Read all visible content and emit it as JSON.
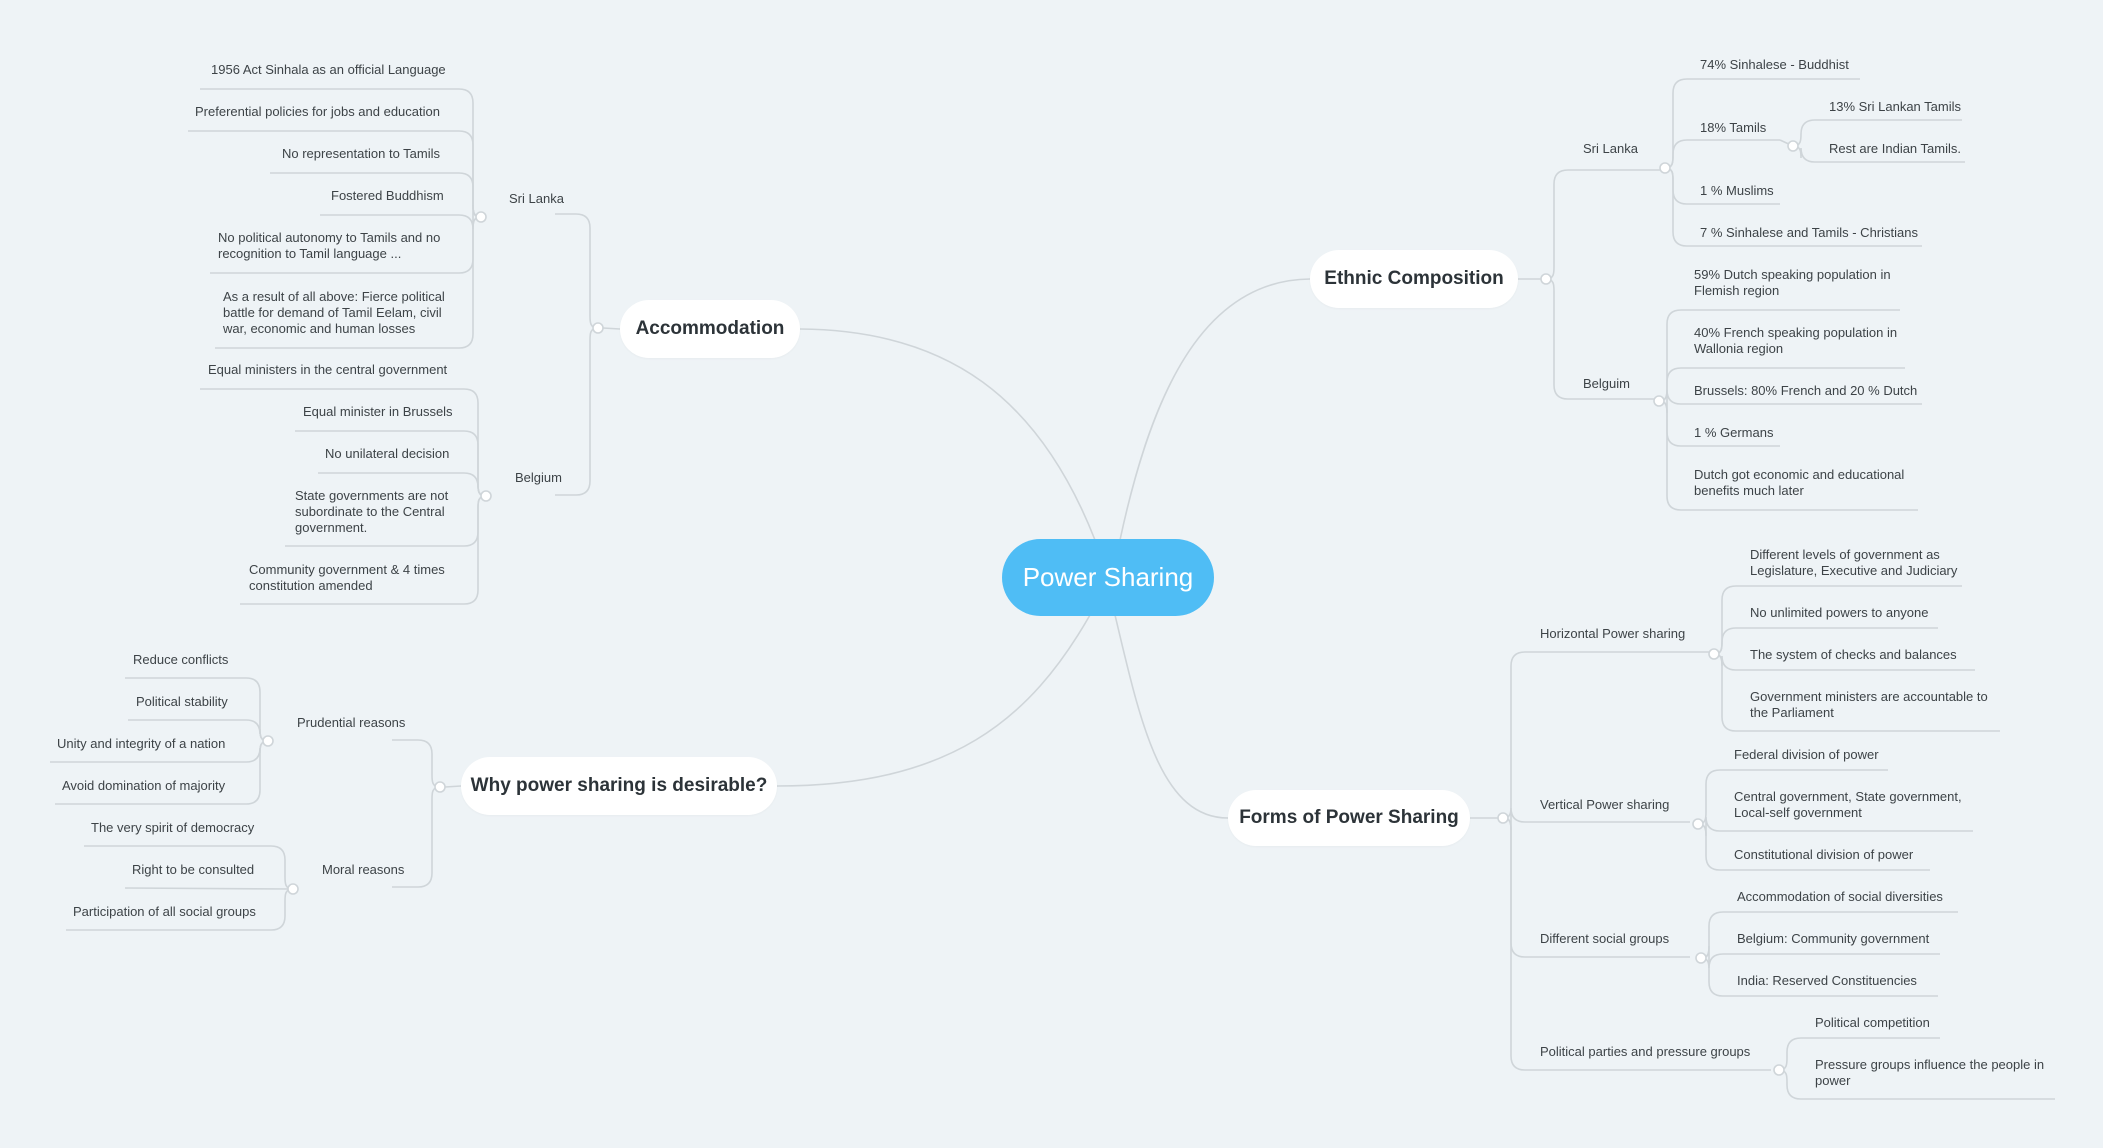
{
  "central": "Power Sharing",
  "ethnic": {
    "title": "Ethnic Composition",
    "srilanka": {
      "label": "Sri Lanka",
      "sinhalese": "74% Sinhalese - Buddhist",
      "tamils": {
        "label": "18% Tamils",
        "sl": "13% Sri Lankan Tamils",
        "indian": "Rest are Indian Tamils."
      },
      "muslims": "1 % Muslims",
      "christians": "7 % Sinhalese and Tamils - Christians"
    },
    "belgium": {
      "label": "Belguim",
      "dutch": "59% Dutch speaking population in Flemish region",
      "french": "40% French speaking population in Wallonia region",
      "brussels": "Brussels: 80% French and 20 % Dutch",
      "germans": "1 % Germans",
      "benefits": "Dutch got economic and educational benefits much later"
    }
  },
  "accommodation": {
    "title": "Accommodation",
    "srilanka": {
      "label": "Sri Lanka",
      "items": [
        "1956 Act Sinhala as an official Language",
        "Preferential policies for jobs and education",
        "No representation to Tamils",
        "Fostered Buddhism",
        "No political autonomy to Tamils and no recognition to Tamil language ...",
        "As a result of all above: Fierce political battle for demand of Tamil Eelam, civil war, economic and human losses"
      ]
    },
    "belgium": {
      "label": "Belgium",
      "items": [
        "Equal ministers in the central government",
        "Equal minister in Brussels",
        "No unilateral decision",
        "State governments are not subordinate to the Central government.",
        "Community government & 4 times constitution amended"
      ]
    }
  },
  "desirable": {
    "title": "Why power sharing is desirable?",
    "prudential": {
      "label": "Prudential reasons",
      "items": [
        "Reduce conflicts",
        "Political stability",
        "Unity and integrity of a nation",
        "Avoid domination of majority"
      ]
    },
    "moral": {
      "label": "Moral reasons",
      "items": [
        "The very spirit of democracy",
        "Right to be consulted",
        "Participation of all social groups"
      ]
    }
  },
  "forms": {
    "title": "Forms of Power Sharing",
    "horizontal": {
      "label": "Horizontal Power sharing",
      "items": [
        "Different levels of government as Legislature, Executive and Judiciary",
        "No unlimited powers to anyone",
        "The system of checks and balances",
        "Government ministers are accountable to the Parliament"
      ]
    },
    "vertical": {
      "label": "Vertical Power sharing",
      "items": [
        "Federal division of power",
        "Central government, State government, Local-self government",
        "Constitutional division of power"
      ]
    },
    "social": {
      "label": "Different social groups",
      "items": [
        "Accommodation of social diversities",
        "Belgium: Community government",
        "India: Reserved Constituencies"
      ]
    },
    "parties": {
      "label": "Political parties and pressure groups",
      "items": [
        "Political competition",
        "Pressure groups influence the people in power"
      ]
    }
  },
  "colors": {
    "background": "#eef3f6",
    "central": "#4fbdf5",
    "line": "#cfd5d9"
  }
}
